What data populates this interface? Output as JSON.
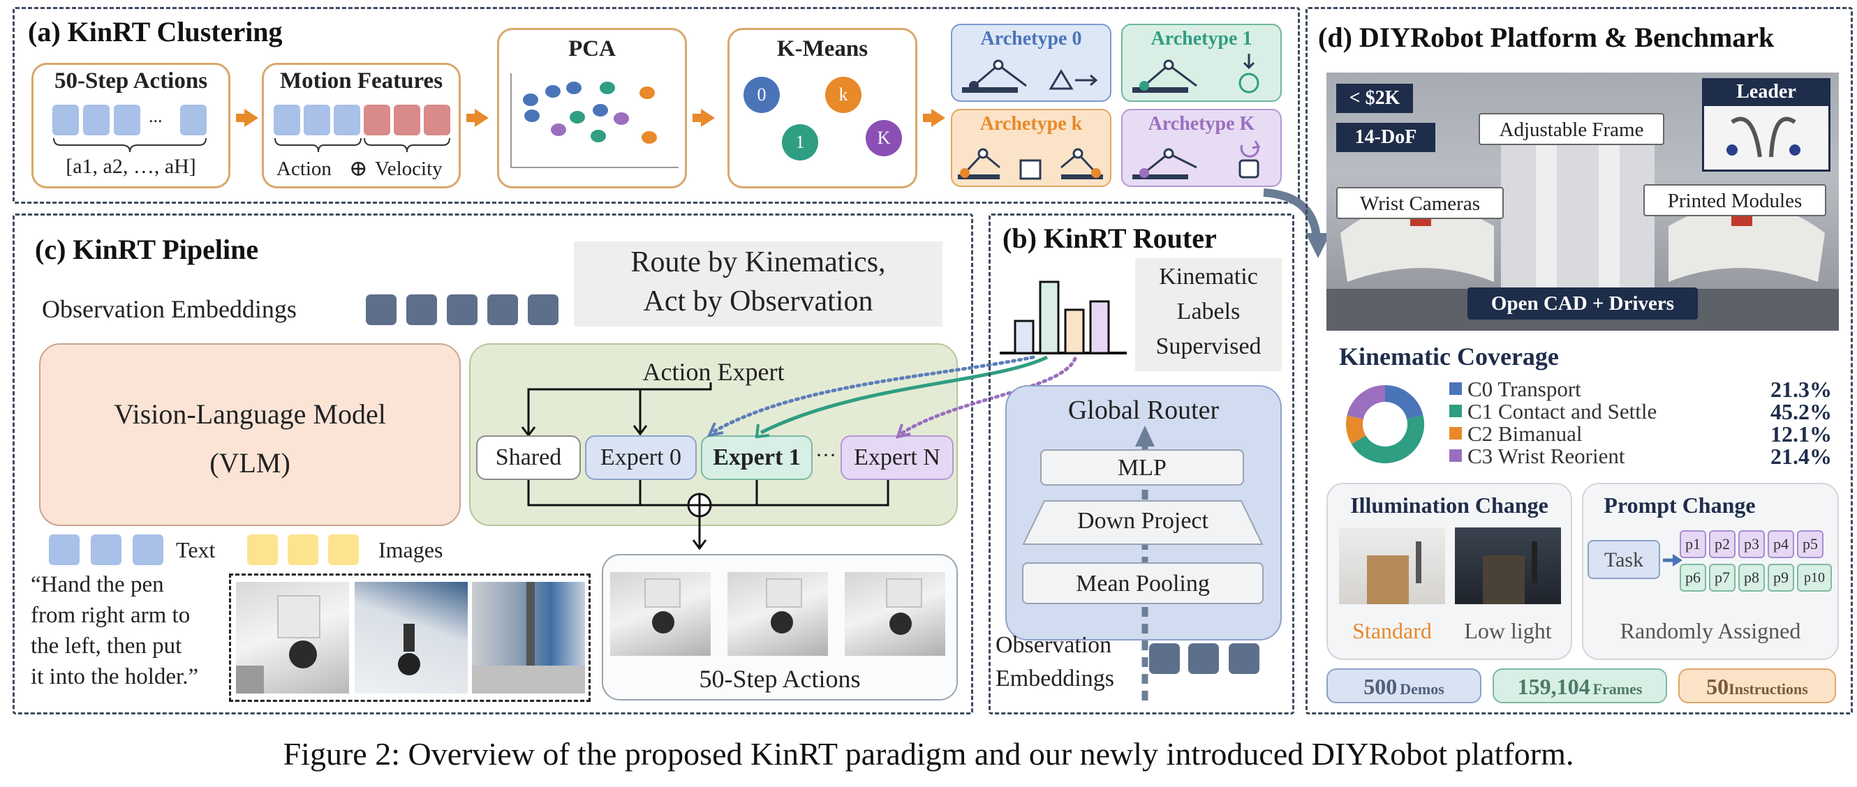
{
  "clustering": {
    "title": "(a) KinRT Clustering",
    "step_actions": {
      "title": "50-Step Actions",
      "ellipsis": "...",
      "formula": "[a1, a2, …, aH]"
    },
    "motion_features": {
      "title": "Motion Features",
      "action_label": "Action",
      "oplus": "⊕",
      "velocity_label": "Velocity"
    },
    "pca": {
      "title": "PCA"
    },
    "kmeans": {
      "title": "K-Means",
      "n0": "0",
      "nk": "k",
      "n1": "1",
      "nK": "K"
    },
    "archetypes": [
      {
        "label": "Archetype 0",
        "color": "#4a74b8"
      },
      {
        "label": "Archetype 1",
        "color": "#2f9e82"
      },
      {
        "label": "Archetype k",
        "color": "#e8892a"
      },
      {
        "label": "Archetype K",
        "color": "#9a6fbf"
      }
    ]
  },
  "pipeline": {
    "title": "(c) KinRT Pipeline",
    "route_line1": "Route by Kinematics,",
    "route_line2": "Act by Observation",
    "obs_embeddings": "Observation Embeddings",
    "vlm_line1": "Vision-Language Model",
    "vlm_line2": "(VLM)",
    "action_expert": "Action Expert",
    "experts": [
      "Shared",
      "Expert 0",
      "Expert 1",
      "Expert N"
    ],
    "ellipsis": "···",
    "text_label": "Text",
    "images_label": "Images",
    "instruction": [
      "“Hand the pen",
      "from right arm to",
      "the left, then put",
      "it into the holder.”"
    ],
    "step_actions": "50-Step Actions"
  },
  "router": {
    "title": "(b) KinRT Router",
    "kinematic_labels": [
      "Kinematic",
      "Labels",
      "Supervised"
    ],
    "global_router": "Global Router",
    "mlp": "MLP",
    "down_project": "Down Project",
    "mean_pooling": "Mean Pooling",
    "obs_line1": "Observation",
    "obs_line2": "Embeddings"
  },
  "platform": {
    "title": "(d) DIYRobot Platform & Benchmark",
    "badge_price": "< $2K",
    "badge_dof": "14-DoF",
    "leader": "Leader",
    "adjustable_frame": "Adjustable Frame",
    "wrist_cameras": "Wrist Cameras",
    "printed_modules": "Printed Modules",
    "open_cad": "Open CAD + Drivers",
    "coverage_title": "Kinematic Coverage",
    "coverage": [
      {
        "label": "C0 Transport",
        "pct": "21.3%",
        "value": 21.3,
        "color": "#4a74b8"
      },
      {
        "label": "C1 Contact and Settle",
        "pct": "45.2%",
        "value": 45.2,
        "color": "#2f9e82"
      },
      {
        "label": "C2 Bimanual",
        "pct": "12.1%",
        "value": 12.1,
        "color": "#e8892a"
      },
      {
        "label": "C3 Wrist Reorient",
        "pct": "21.4%",
        "value": 21.4,
        "color": "#9a6fbf"
      }
    ],
    "illumination_title": "Illumination Change",
    "standard": "Standard",
    "low_light": "Low light",
    "prompt_title": "Prompt Change",
    "task": "Task",
    "prompts": [
      "p1",
      "p2",
      "p3",
      "p4",
      "p5",
      "p6",
      "p7",
      "p8",
      "p9",
      "p10"
    ],
    "randomly_assigned": "Randomly Assigned",
    "demos_num": "500",
    "demos_label": "Demos",
    "frames_num": "159,104",
    "frames_label": "Frames",
    "instr_num": "50",
    "instr_label": "Instructions"
  },
  "caption": "Figure 2: Overview of the proposed KinRT paradigm and our newly introduced DIYRobot platform."
}
